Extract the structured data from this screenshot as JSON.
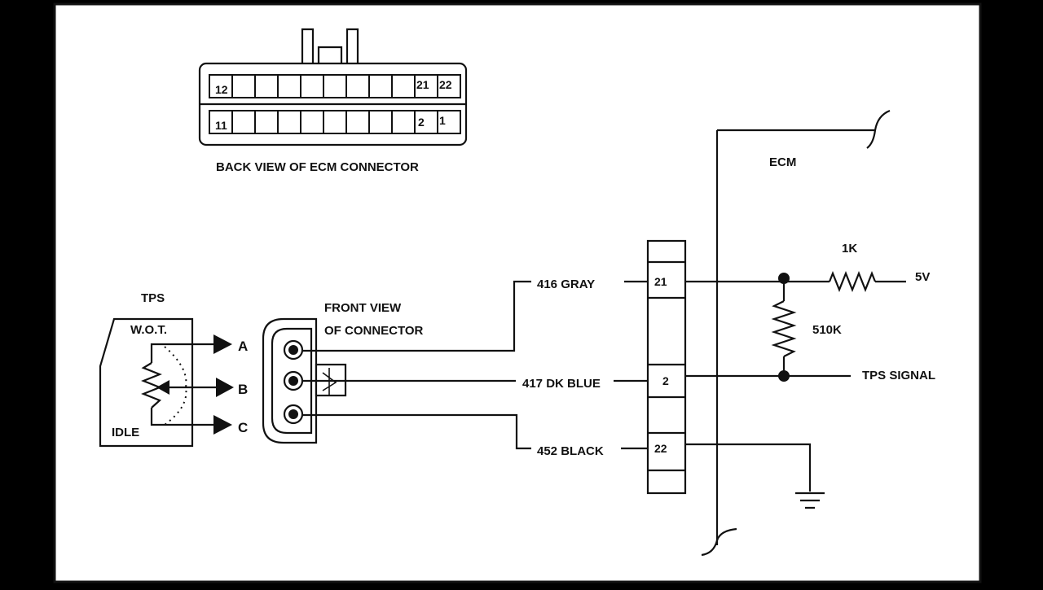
{
  "ecm_connector": {
    "title": "BACK VIEW OF ECM CONNECTOR",
    "top_row": {
      "left": "12",
      "right_a": "21",
      "right_b": "22"
    },
    "bottom_row": {
      "left": "11",
      "right_a": "2",
      "right_b": "1"
    }
  },
  "tps": {
    "title": "TPS",
    "wot": "W.O.T.",
    "idle": "IDLE",
    "terminals": {
      "a": "A",
      "b": "B",
      "c": "C"
    }
  },
  "connector_front": {
    "line1": "FRONT VIEW",
    "line2": "OF CONNECTOR"
  },
  "wires": {
    "gray": "416  GRAY",
    "blue": "417 DK BLUE",
    "black": "452  BLACK"
  },
  "ecm": {
    "title": "ECM",
    "pins": {
      "p21": "21",
      "p2": "2",
      "p22": "22"
    },
    "r1": "1K",
    "r2": "510K",
    "supply": "5V",
    "signal": "TPS SIGNAL"
  }
}
